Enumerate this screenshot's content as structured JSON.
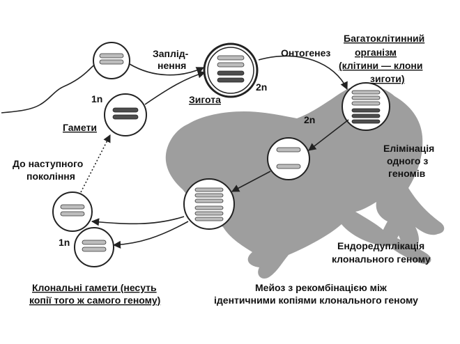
{
  "labels": {
    "fertilization_line1": "Заплід-",
    "fertilization_line2": "нення",
    "ontogenesis": "Онтогенез",
    "organism_line1": "Багатоклітинний",
    "organism_line2": "організм",
    "organism_line3": "(клітини — клони",
    "organism_line4": "зиготи)",
    "zygote": "Зигота",
    "ploidy_2n_zygote": "2n",
    "ploidy_1n_gametes": "1n",
    "gametes": "Гамети",
    "ploidy_2n_organism": "2n",
    "elimination_line1": "Елімінація",
    "elimination_line2": "одного з",
    "elimination_line3": "геномів",
    "next_gen_line1": "До наступного",
    "next_gen_line2": "покоління",
    "endoreduplication_line1": "Ендоредуплікація",
    "endoreduplication_line2": "клонального геному",
    "ploidy_1n_clonal": "1n",
    "clonal_gametes_line1": "Клональні гамети (несуть",
    "clonal_gametes_line2": "копії того ж самого геному)",
    "meiosis_line1": "Мейоз з рекомбінацією між",
    "meiosis_line2": "ідентичними копіями клонального геному"
  },
  "colors": {
    "frog_silhouette": "#9e9e9e",
    "chromosome_light": "#bdbdbd",
    "chromosome_dark": "#4d4d4d",
    "outline": "#222222"
  }
}
